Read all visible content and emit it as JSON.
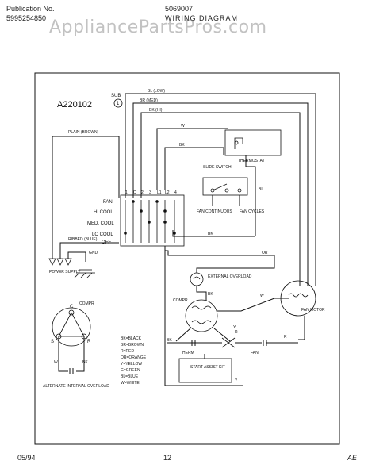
{
  "header": {
    "publication_label": "Publication No.",
    "publication_number": "5995254850",
    "model_number": "5069007",
    "diagram_title": "WIRING DIAGRAM",
    "watermark": "AppliancePartsPros.com"
  },
  "diagram": {
    "part_code": "A220102",
    "sub_label": "SUB",
    "sub_number": "1",
    "wires_top": [
      "BL (LOW)",
      "BR (MED)",
      "BK (HI)"
    ],
    "wire_labels": {
      "w": "W",
      "bk": "BK",
      "bl": "BL",
      "bk2": "BK",
      "or": "OR",
      "bk3": "BK",
      "y": "Y",
      "r": "R",
      "w2": "W",
      "bk4": "BK",
      "v": "V",
      "r2": "R",
      "bk5": "BK",
      "w3": "W",
      "c": "C",
      "s": "S",
      "r3": "R"
    },
    "plain_brown": "PLAIN (BROWN)",
    "ribbed_blue": "RIBBED (BLUE)",
    "switch_positions": [
      "FAN",
      "HI COOL",
      "MED. COOL",
      "LO COOL",
      "OFF"
    ],
    "switch_terminals": [
      "1",
      "C",
      "2",
      "3",
      "L1",
      "L2",
      "4"
    ],
    "gnd": "GND",
    "power_supply": "POWER SUPPLY",
    "thermostat": "THERMOSTAT",
    "slide_switch": "SLIDE SWITCH",
    "fan_continuous": "FAN CONTINUOUS",
    "fan_cycles": "FAN CYCLES",
    "external_overload": "EXTERNAL OVERLOAD",
    "compr": "COMPR",
    "compr2": "COMPR",
    "fan_motor": "FAN MOTOR",
    "fan": "FAN",
    "herm": "HERM",
    "fan_cap": "FAN",
    "start_assist_kit": "START ASSIST KIT",
    "alt_overload": "ALTERNATE INTERNAL OVERLOAD",
    "legend": [
      "BK=BLACK",
      "BR=BROWN",
      "R=RED",
      "OR=ORANGE",
      "Y=YELLOW",
      "G=GREEN",
      "BL=BLUE",
      "W=WHITE"
    ]
  },
  "footer": {
    "date": "05/94",
    "page": "12",
    "corner": "AE"
  }
}
